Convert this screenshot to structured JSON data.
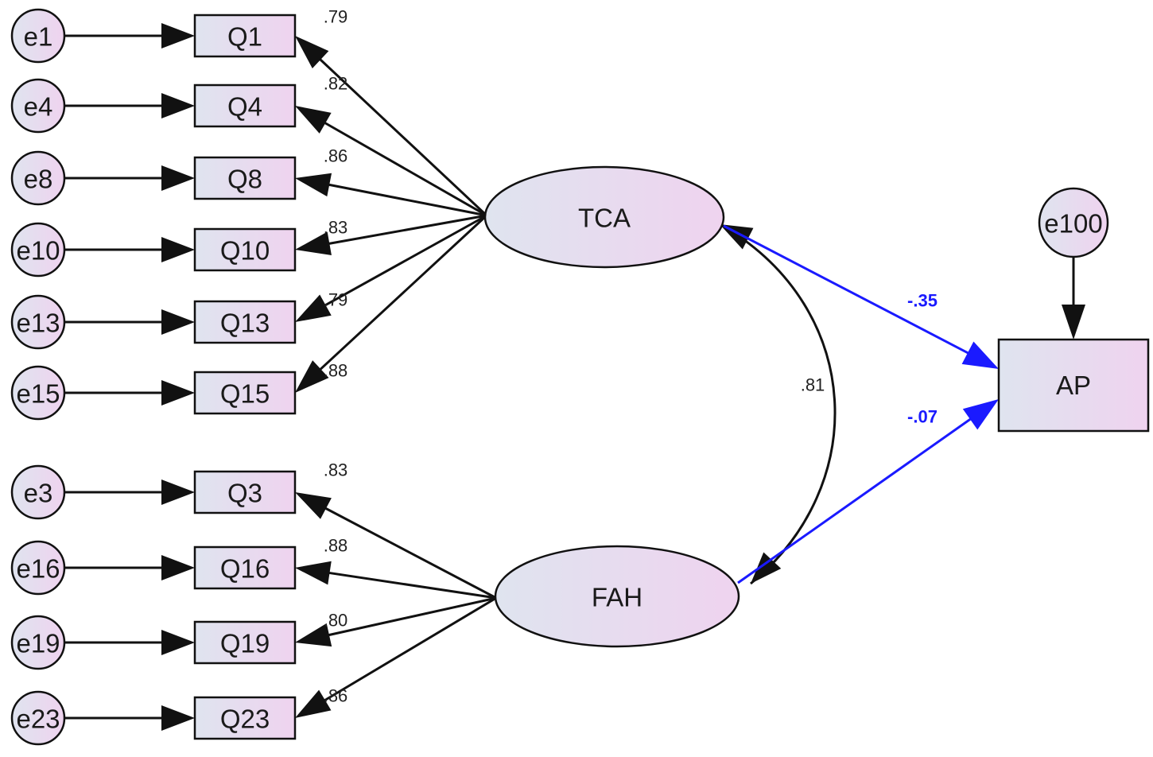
{
  "diagram": {
    "latents": [
      {
        "id": "TCA",
        "label": "TCA"
      },
      {
        "id": "FAH",
        "label": "FAH"
      }
    ],
    "outcome": {
      "id": "AP",
      "label": "AP",
      "error": "e100"
    },
    "indicators": [
      {
        "error": "e1",
        "item": "Q1",
        "latent": "TCA",
        "loading": ".79"
      },
      {
        "error": "e4",
        "item": "Q4",
        "latent": "TCA",
        "loading": ".82"
      },
      {
        "error": "e8",
        "item": "Q8",
        "latent": "TCA",
        "loading": ".86"
      },
      {
        "error": "e10",
        "item": "Q10",
        "latent": "TCA",
        "loading": ".83"
      },
      {
        "error": "e13",
        "item": "Q13",
        "latent": "TCA",
        "loading": ".79"
      },
      {
        "error": "e15",
        "item": "Q15",
        "latent": "TCA",
        "loading": ".88"
      },
      {
        "error": "e3",
        "item": "Q3",
        "latent": "FAH",
        "loading": ".83"
      },
      {
        "error": "e16",
        "item": "Q16",
        "latent": "FAH",
        "loading": ".88"
      },
      {
        "error": "e19",
        "item": "Q19",
        "latent": "FAH",
        "loading": ".80"
      },
      {
        "error": "e23",
        "item": "Q23",
        "latent": "FAH",
        "loading": ".86"
      }
    ],
    "covariance": {
      "from": "TCA",
      "to": "FAH",
      "value": ".81"
    },
    "paths": [
      {
        "from": "TCA",
        "to": "AP",
        "value": "-.35"
      },
      {
        "from": "FAH",
        "to": "AP",
        "value": "-.07"
      }
    ],
    "colors": {
      "error_fill_light": "#dfe3ee",
      "error_fill_pink": "#ecd6ee",
      "box_fill_light": "#dde3ef",
      "box_fill_pink": "#edd5ef",
      "line": "#111111",
      "structural_path": "#1a1aff"
    }
  }
}
